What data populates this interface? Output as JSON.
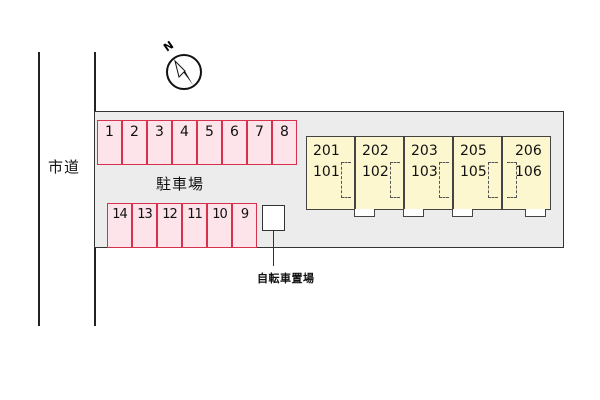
{
  "map": {
    "road_label": "市道",
    "parking_label": "駐車場",
    "bike_label": "自転車置場",
    "compass_label": "N",
    "parking_top": [
      "1",
      "2",
      "3",
      "4",
      "5",
      "6",
      "7",
      "8"
    ],
    "parking_bottom": [
      "14",
      "13",
      "12",
      "11",
      "10",
      "9"
    ],
    "units": [
      {
        "upper": "201",
        "lower": "101"
      },
      {
        "upper": "202",
        "lower": "102"
      },
      {
        "upper": "203",
        "lower": "103"
      },
      {
        "upper": "205",
        "lower": "105"
      },
      {
        "upper": "206",
        "lower": "106"
      }
    ],
    "colors": {
      "stall_fill": "#fde3ea",
      "stall_border": "#d6324e",
      "unit_fill": "#fdf7cf",
      "lot_fill": "#ececec"
    }
  }
}
